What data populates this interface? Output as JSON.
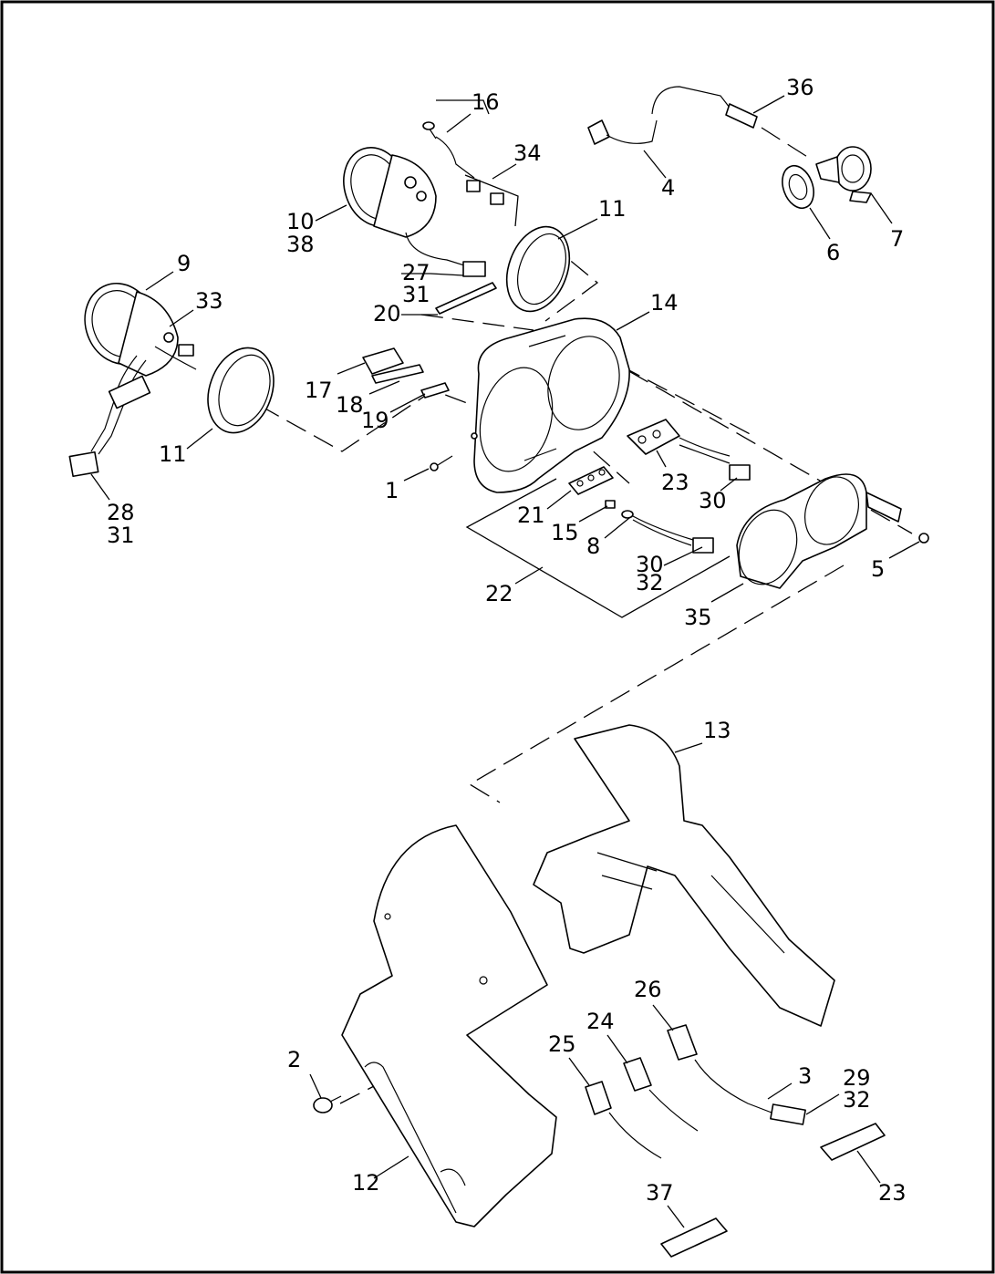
{
  "callouts": {
    "c1": "1",
    "c2": "2",
    "c3": "3",
    "c4": "4",
    "c5": "5",
    "c6": "6",
    "c7": "7",
    "c8": "8",
    "c9": "9",
    "c10": "10",
    "c38": "38",
    "c11a": "11",
    "c11b": "11",
    "c12": "12",
    "c13": "13",
    "c14": "14",
    "c15": "15",
    "c16": "16",
    "c17": "17",
    "c18": "18",
    "c19": "19",
    "c20": "20",
    "c21": "21",
    "c22": "22",
    "c23a": "23",
    "c23b": "23",
    "c24": "24",
    "c25": "25",
    "c26": "26",
    "c27": "27",
    "c31a": "31",
    "c28": "28",
    "c31b": "31",
    "c29": "29",
    "c32a": "32",
    "c30a": "30",
    "c30b": "30",
    "c32b": "32",
    "c33": "33",
    "c34": "34",
    "c35": "35",
    "c36": "36",
    "c37": "37"
  }
}
